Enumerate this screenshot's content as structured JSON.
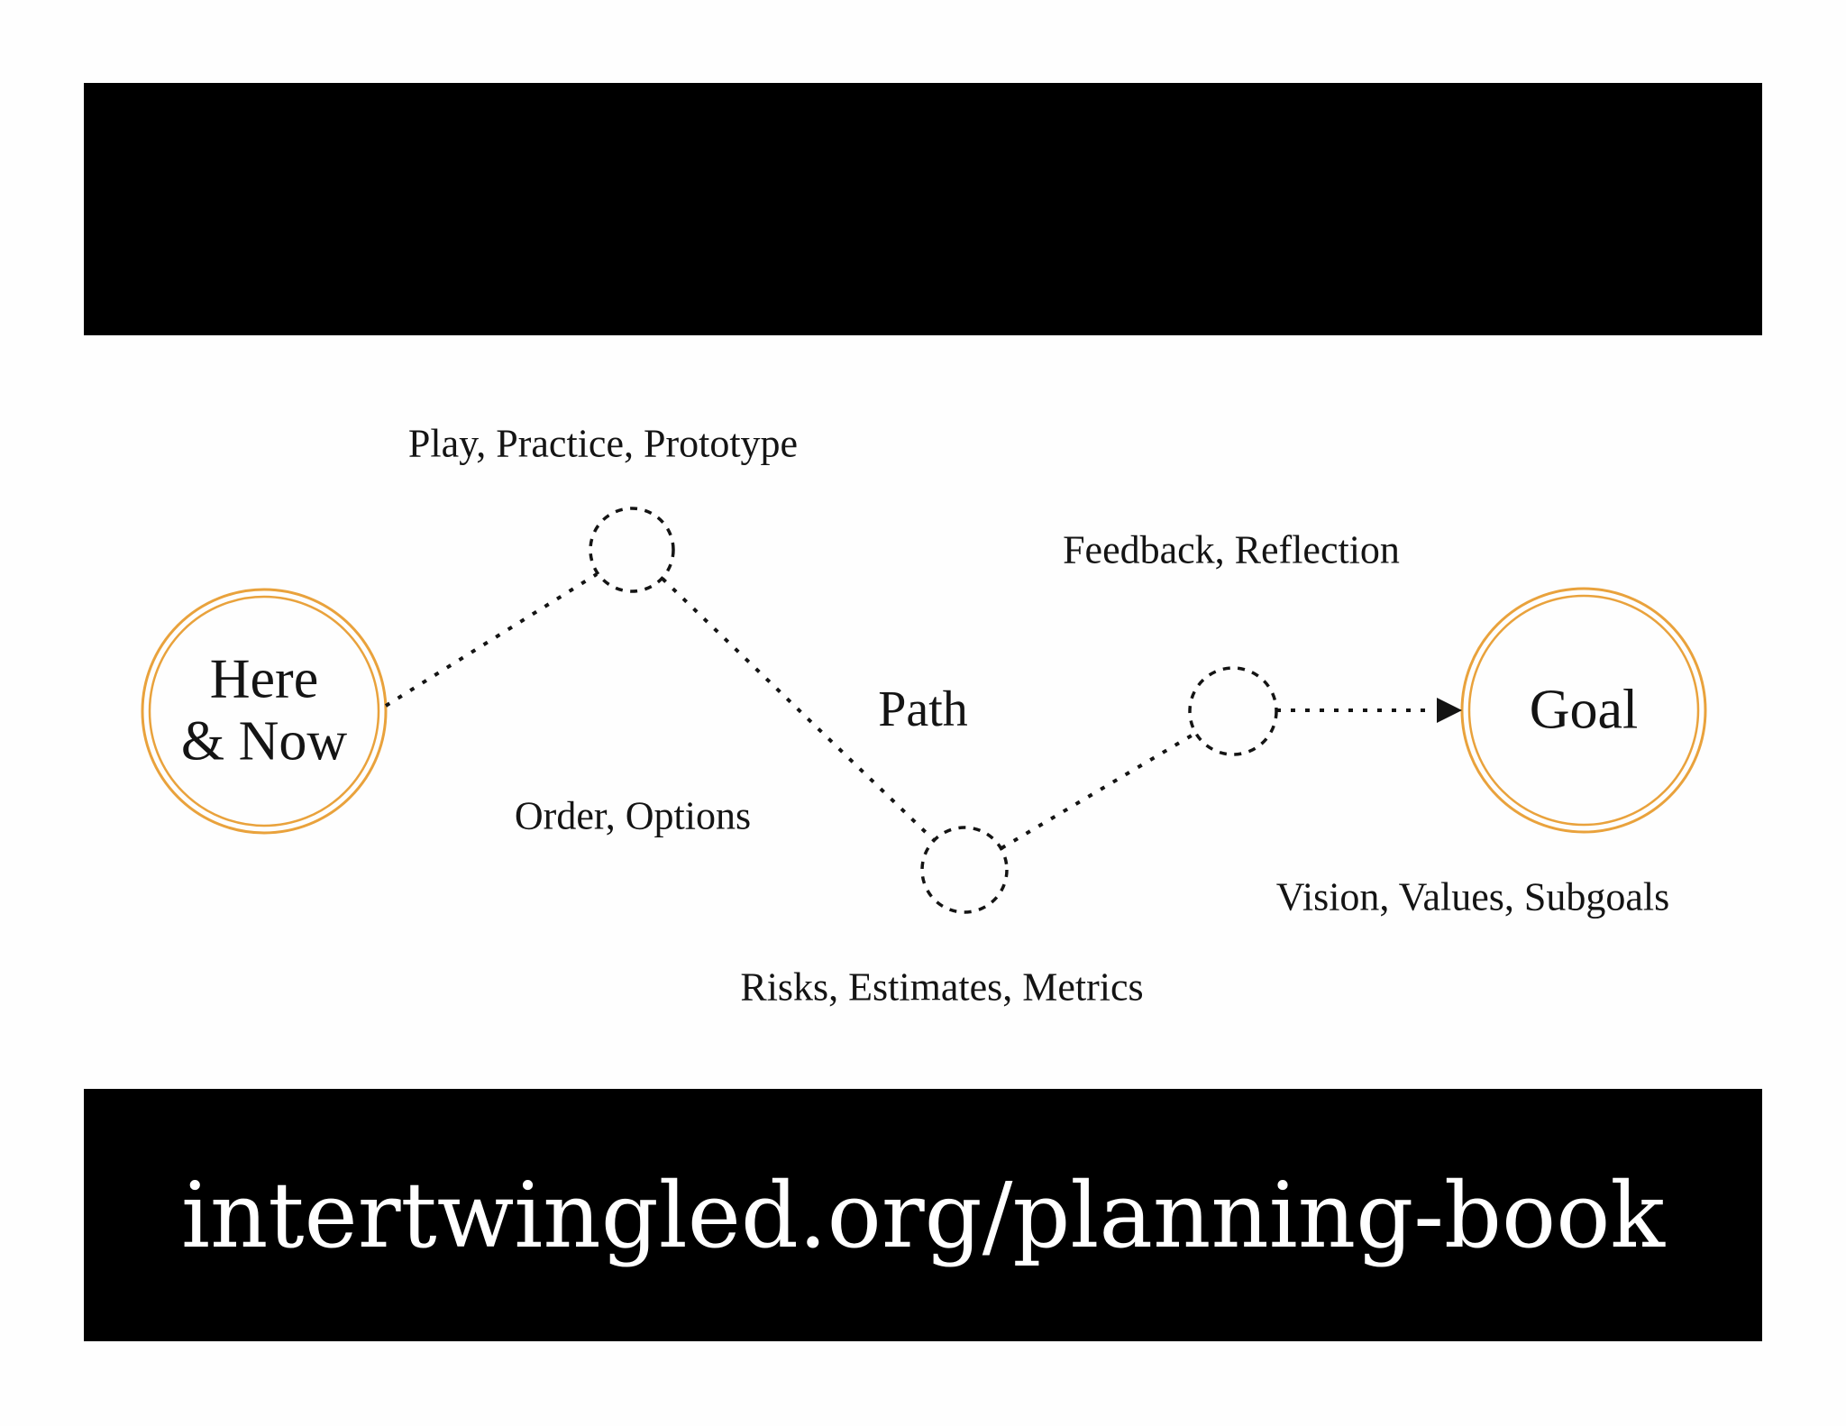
{
  "colors": {
    "accent": "#E9A23C",
    "ink": "#141414",
    "banner": "#000000",
    "page": "#FEFEFE",
    "banner_text": "#FFFFFF"
  },
  "diagram": {
    "here_now_label": "Here\n& Now",
    "goal_label": "Goal",
    "path_label": "Path",
    "annotations": {
      "play": "Play, Practice, Prototype",
      "feedback": "Feedback, Reflection",
      "order": "Order, Options",
      "risks": "Risks, Estimates, Metrics",
      "vision": "Vision, Values, Subgoals"
    }
  },
  "footer": {
    "url_text": "intertwingled.org/planning-book"
  }
}
